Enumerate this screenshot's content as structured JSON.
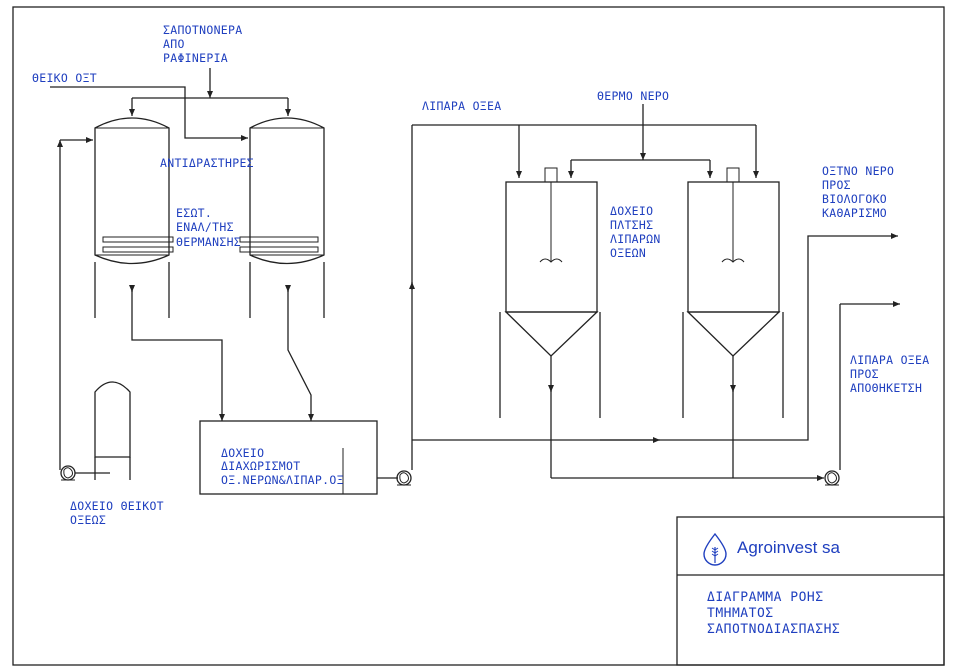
{
  "labels": {
    "soapstock": [
      "ΣΑΠΟΤΝΟΝΕΡΑ",
      "ΑΠΟ",
      "ΡΑΦΙΝΕΡΙΑ"
    ],
    "sulfuric_acid": "ΘΕΙΚΟ ΟΞΤ",
    "reactors": "ΑΝΤΙΔΡΑΣΤΗΡΕΣ",
    "heating_coil": [
      "ΕΣΩΤ.",
      "ΕΝΑΛ/ΤΗΣ",
      "ΘΕΡΜΑΝΣΗΣ"
    ],
    "fatty_acids_in": "ΛΙΠΑΡΑ ΟΞΕΑ",
    "hot_water": "ΘΕΡΜΟ ΝΕΡΟ",
    "wash_tank": [
      "ΔΟΧΕΙΟ",
      "ΠΛΤΣΗΣ",
      "ΛΙΠΑΡΩΝ",
      "ΟΞΕΩΝ"
    ],
    "acid_water": [
      "ΟΞΤΝΟ ΝΕΡΟ",
      "ΠΡΟΣ",
      "ΒΙΟΛΟΓΟΚΟ",
      "ΚΑΘΑΡΙΣΜΟ"
    ],
    "fatty_acids_out": [
      "ΛΙΠΑΡΑ ΟΞΕΑ",
      "ΠΡΟΣ",
      "ΑΠΟΘΗΚΕΤΣΗ"
    ],
    "separation_tank": [
      "ΔΟΧΕΙΟ",
      "ΔΙΑΧΩΡΙΣΜΟΤ",
      "ΟΞ.ΝΕΡΩΝ&ΛΙΠΑΡ.ΟΞ"
    ],
    "acid_tank": [
      "ΔΟΧΕΙΟ ΘΕΙΚΟΤ",
      "ΟΞΕΩΣ"
    ]
  },
  "title_block": {
    "company": "Agroinvest sa",
    "title_lines": [
      "ΔΙΑΓΡΑΜΜΑ ΡΟΗΣ",
      "ΤΜΗΜΑΤΟΣ",
      "ΣΑΠΟΤΝΟΔΙΑΣΠΑΣΗΣ"
    ]
  },
  "colors": {
    "text": "#1f3fbf",
    "lines": "#222222"
  },
  "icons": {
    "logo": "wheat-drop-icon",
    "pump": "pump-icon",
    "agitator": "agitator-icon"
  }
}
